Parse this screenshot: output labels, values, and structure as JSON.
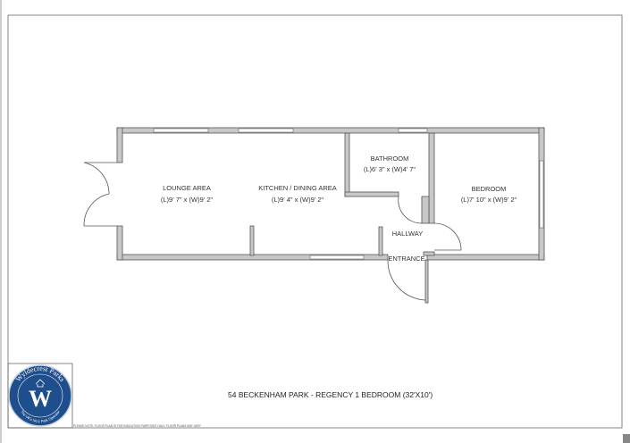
{
  "title": "54 BECKENHAM PARK - REGENCY 1 BEDROOM (32'X10')",
  "note": "PLEASE NOTE: FLOOR PLAN IS FOR INDICATION PURPOSES ONLY. FLOOR PLANS MAY VARY",
  "logo": {
    "name": "Wyldecrest Parks",
    "tagline": "The UK's No.1 Park Operator",
    "letter": "W",
    "color": "#1f4e8c"
  },
  "rooms": [
    {
      "name": "LOUNGE AREA",
      "size": "(L)9' 7\" x (W)9' 2\""
    },
    {
      "name": "KITCHEN / DINING AREA",
      "size": "(L)9' 4\" x (W)9' 2\""
    },
    {
      "name": "BATHROOM",
      "size": "(L)6' 3\" x (W)4' 7\""
    },
    {
      "name": "BEDROOM",
      "size": "(L)7' 10\" x (W)9' 2\""
    },
    {
      "name": "HALLWAY"
    },
    {
      "name": "ENTRANCE"
    }
  ]
}
